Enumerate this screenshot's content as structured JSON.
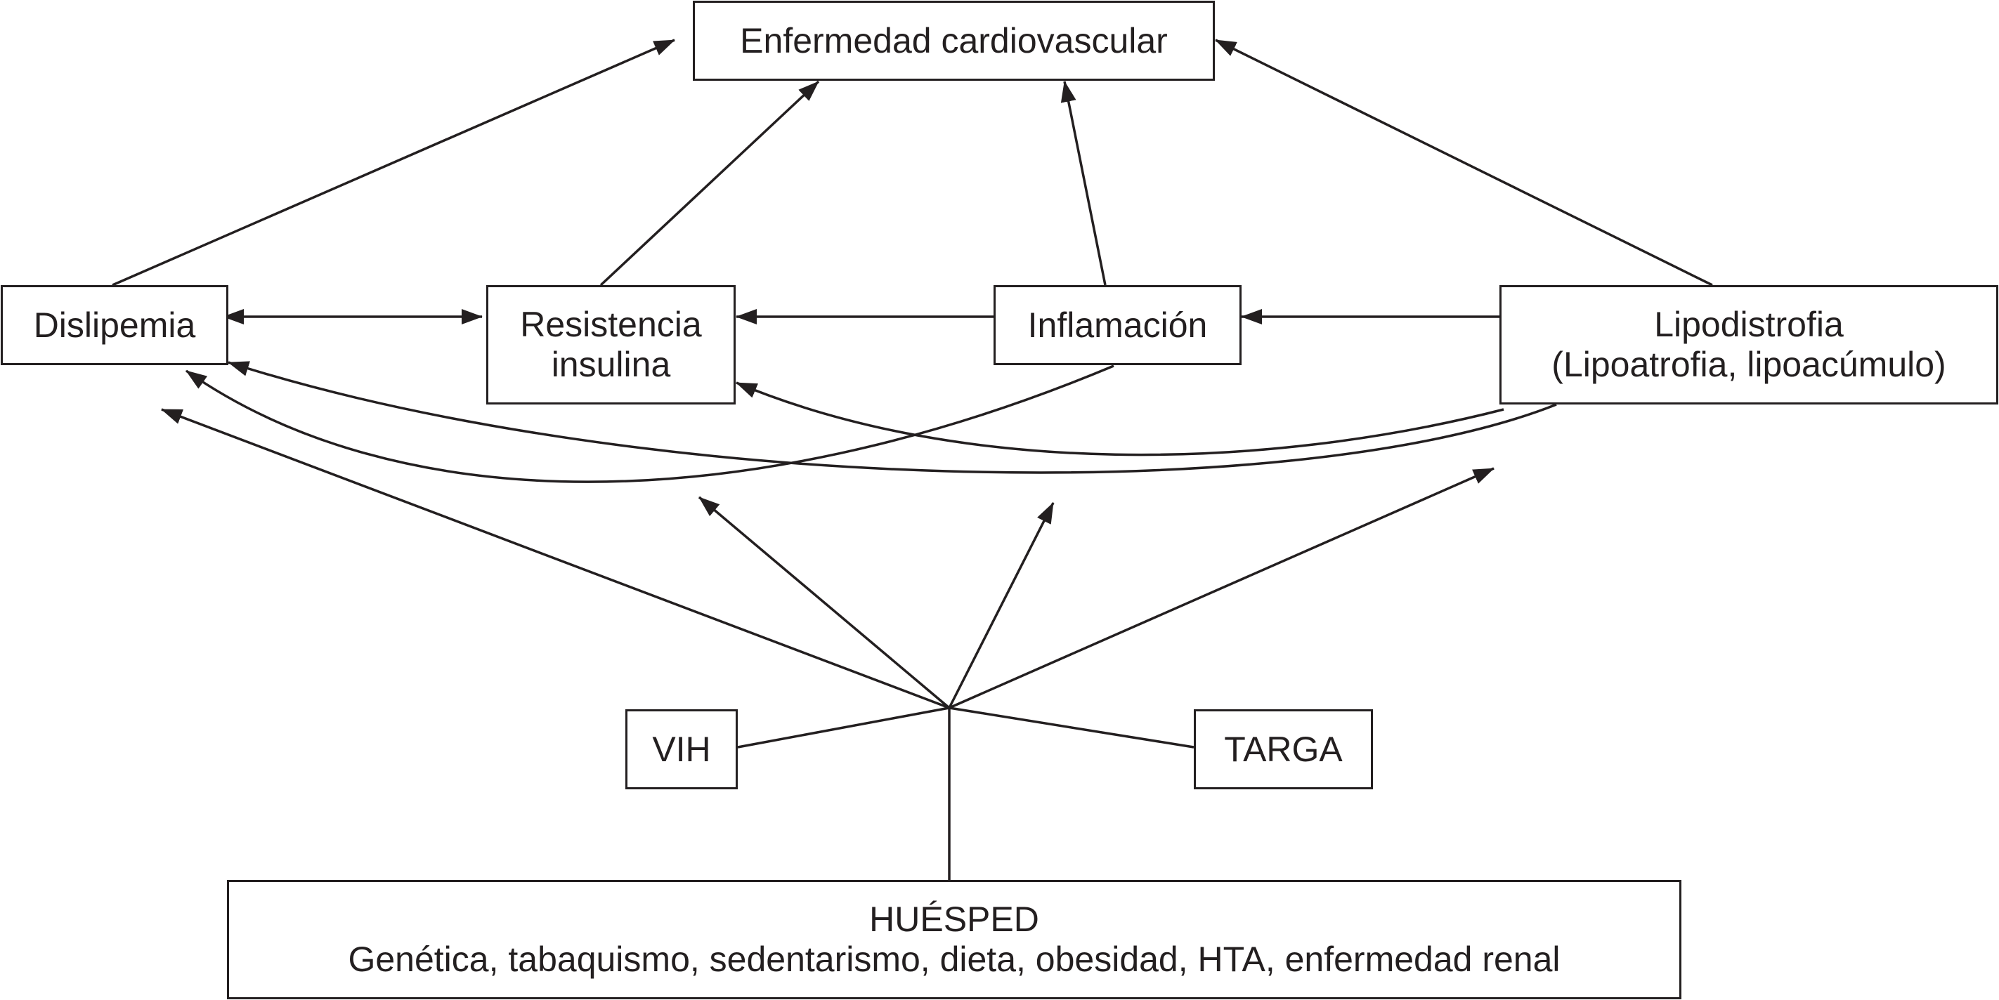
{
  "nodes": {
    "cvd": "Enfermedad cardiovascular",
    "dyslipidemia": "Dislipemia",
    "insulin_resistance": [
      "Resistencia",
      "insulina"
    ],
    "inflammation": "Inflamación",
    "lipodystrophy": [
      "Lipodistrofia",
      "(Lipoatrofia, lipoacúmulo)"
    ],
    "hiv": "VIH",
    "haart": "TARGA",
    "host": [
      "HUÉSPED",
      "Genética, tabaquismo, sedentarismo, dieta, obesidad, HTA, enfermedad renal"
    ]
  },
  "style": {
    "line_color": "#231f20",
    "background": "#ffffff"
  }
}
